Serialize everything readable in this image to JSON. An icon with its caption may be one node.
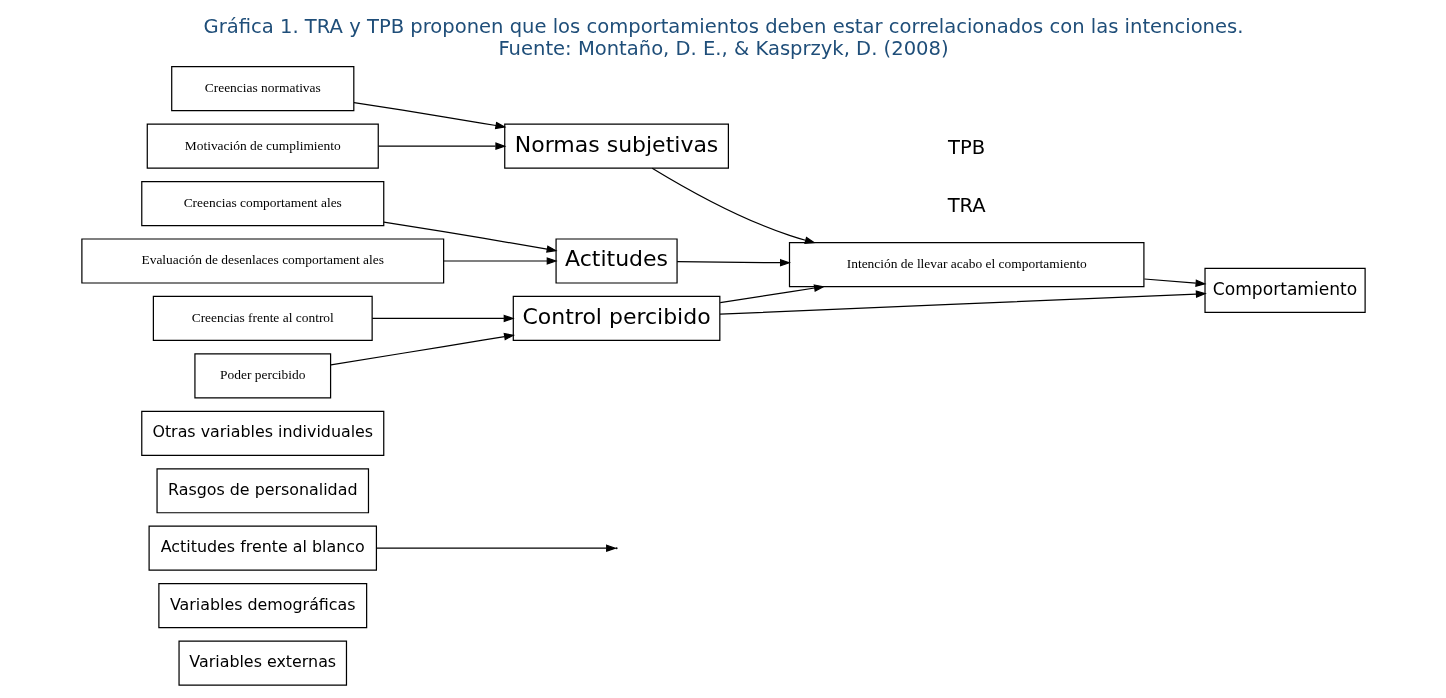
{
  "diagram": {
    "title": "Gráfica 1. TRA y TPB proponen que los comportamientos deben estar correlacionados con las intenciones.",
    "caption": "Fuente: Montaño, D. E., & Kasprzyk, D. (2008)",
    "nodes": [
      {
        "text": [
          "Variables externas"
        ]
      },
      {
        "text": [
          "Variables demográficas"
        ]
      },
      {
        "text": [
          "Actitudes frente al blanco"
        ]
      },
      {
        "text": [
          "Rasgos de personalidad"
        ]
      },
      {
        "text": [
          "Otras variables individuales"
        ]
      },
      {
        "text": [
          "Creencias comportament ales"
        ]
      },
      {
        "text": [
          "Evaluación de desenlaces comportament ales"
        ]
      },
      {
        "text": [
          "Creencias normativas"
        ]
      },
      {
        "text": [
          "Motivación de cumplimiento"
        ]
      },
      {
        "text": [
          "Creencias frente al control"
        ]
      },
      {
        "text": [
          "Poder percibido"
        ]
      },
      {
        "text": [
          "Actitudes"
        ]
      },
      {
        "text": [
          "Normas subjetivas"
        ]
      },
      {
        "text": [
          "Control percibido"
        ]
      },
      {
        "text": [
          "Intención de llevar acabo el comportamiento"
        ]
      },
      {
        "text": [
          "Comportamiento"
        ]
      }
    ],
    "edges": [
      {
        "from": 2,
        "to": null,
        "arrow": "to"
      },
      {
        "from": 5,
        "to": 11,
        "arrow": "to"
      },
      {
        "from": 6,
        "to": 11,
        "arrow": "to"
      },
      {
        "from": 7,
        "to": 12,
        "arrow": "to"
      },
      {
        "from": 8,
        "to": 12,
        "arrow": "to"
      },
      {
        "from": 9,
        "to": 13,
        "arrow": "to"
      },
      {
        "from": 10,
        "to": 13,
        "arrow": "to"
      },
      {
        "from": 11,
        "to": 14,
        "arrow": "to"
      },
      {
        "from": 12,
        "to": 14,
        "arrow": "to"
      },
      {
        "from": 14,
        "to": 15,
        "arrow": "to"
      },
      {
        "from": 13,
        "to": 14,
        "arrow": "to"
      },
      {
        "from": 13,
        "to": 15,
        "arrow": "to"
      }
    ],
    "labels": [
      "TRA",
      "TPB"
    ]
  }
}
